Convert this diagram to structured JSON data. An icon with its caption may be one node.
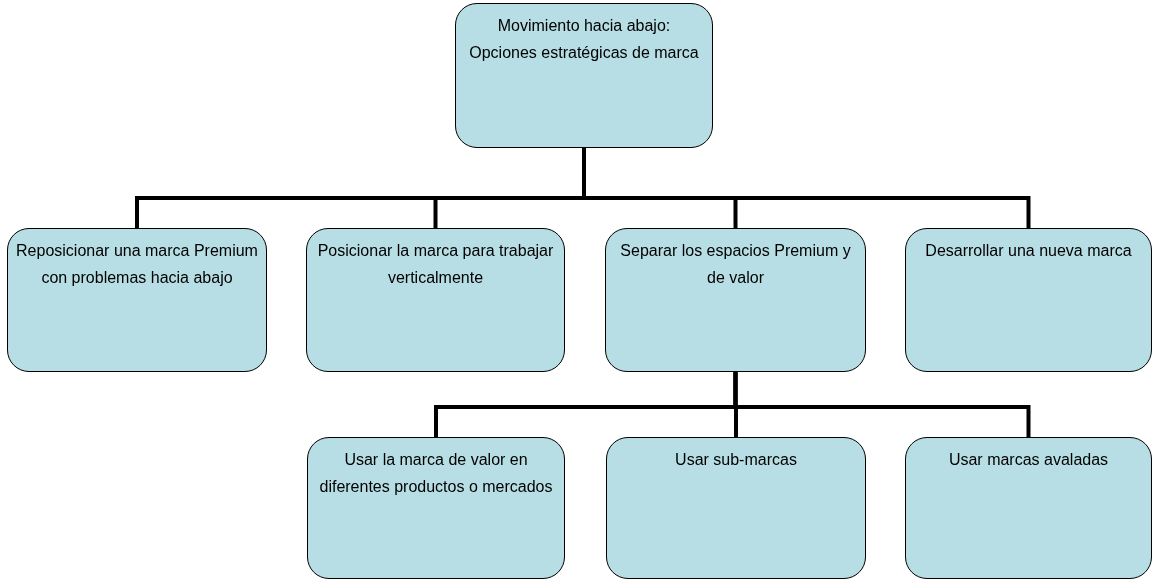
{
  "diagram": {
    "nodes": [
      {
        "text": [
          "Movimiento hacia abajo: Opciones estratégicas de marca"
        ]
      },
      {
        "text": [
          "Reposicionar una marca Premium con problemas hacia abajo"
        ]
      },
      {
        "text": [
          "Posicionar la marca para trabajar verticalmente"
        ]
      },
      {
        "text": [
          "Separar los espacios Premium y de valor"
        ]
      },
      {
        "text": [
          "Desarrollar una nueva marca"
        ]
      },
      {
        "text": [
          "Usar la marca de valor en diferentes productos o mercados"
        ]
      },
      {
        "text": [
          "Usar sub-marcas"
        ]
      },
      {
        "text": [
          "Usar marcas avaladas"
        ]
      }
    ],
    "edges": [
      {
        "from": 0,
        "to": 1,
        "arrow": "none"
      },
      {
        "from": 0,
        "to": 2,
        "arrow": "none"
      },
      {
        "from": 0,
        "to": 3,
        "arrow": "none"
      },
      {
        "from": 0,
        "to": 4,
        "arrow": "none"
      },
      {
        "from": 3,
        "to": 5,
        "arrow": "none"
      },
      {
        "from": 3,
        "to": 6,
        "arrow": "none"
      },
      {
        "from": 3,
        "to": 7,
        "arrow": "none"
      }
    ]
  }
}
